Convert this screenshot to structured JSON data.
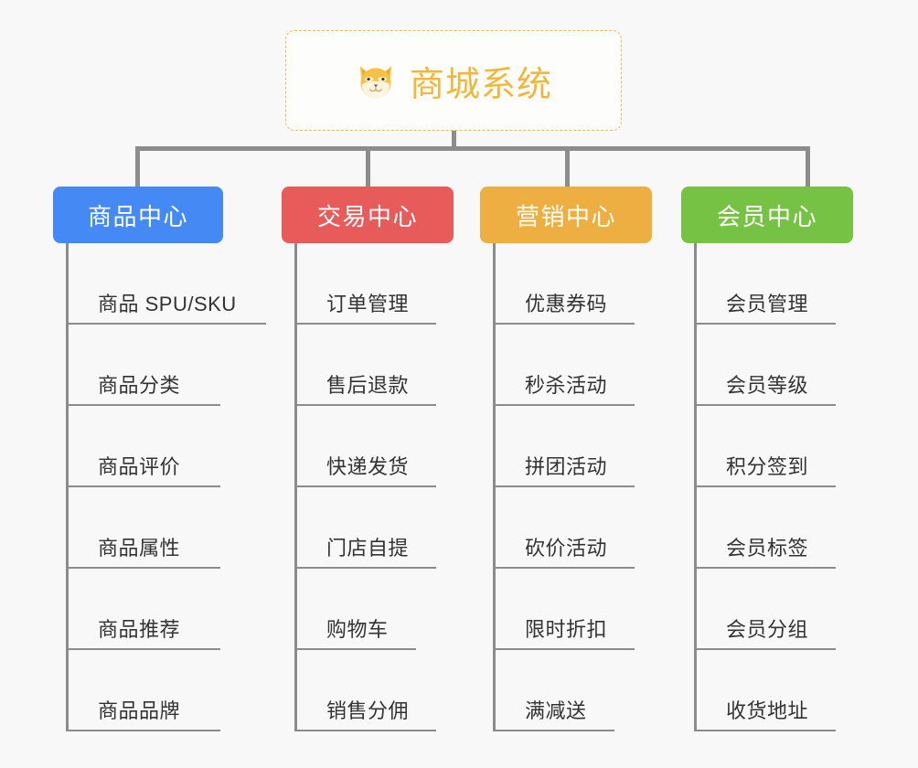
{
  "root": {
    "title": "商城系统",
    "emoji_name": "shiba-dog-face-emoji",
    "border_color": "#e6b860",
    "title_color": "#f1b73d"
  },
  "connector_color": "#8c8c8c",
  "background_color": "#f8f8f8",
  "columns": [
    {
      "id": "product-center",
      "header": "商品中心",
      "color": "#4589f4",
      "items": [
        "商品 SPU/SKU",
        "商品分类",
        "商品评价",
        "商品属性",
        "商品推荐",
        "商品品牌"
      ]
    },
    {
      "id": "trade-center",
      "header": "交易中心",
      "color": "#e85b5b",
      "items": [
        "订单管理",
        "售后退款",
        "快递发货",
        "门店自提",
        "购物车",
        "销售分佣"
      ]
    },
    {
      "id": "marketing-center",
      "header": "营销中心",
      "color": "#edaf41",
      "items": [
        "优惠券码",
        "秒杀活动",
        "拼团活动",
        "砍价活动",
        "限时折扣",
        "满减送"
      ]
    },
    {
      "id": "member-center",
      "header": "会员中心",
      "color": "#76c244",
      "items": [
        "会员管理",
        "会员等级",
        "积分签到",
        "会员标签",
        "会员分组",
        "收货地址"
      ]
    }
  ]
}
